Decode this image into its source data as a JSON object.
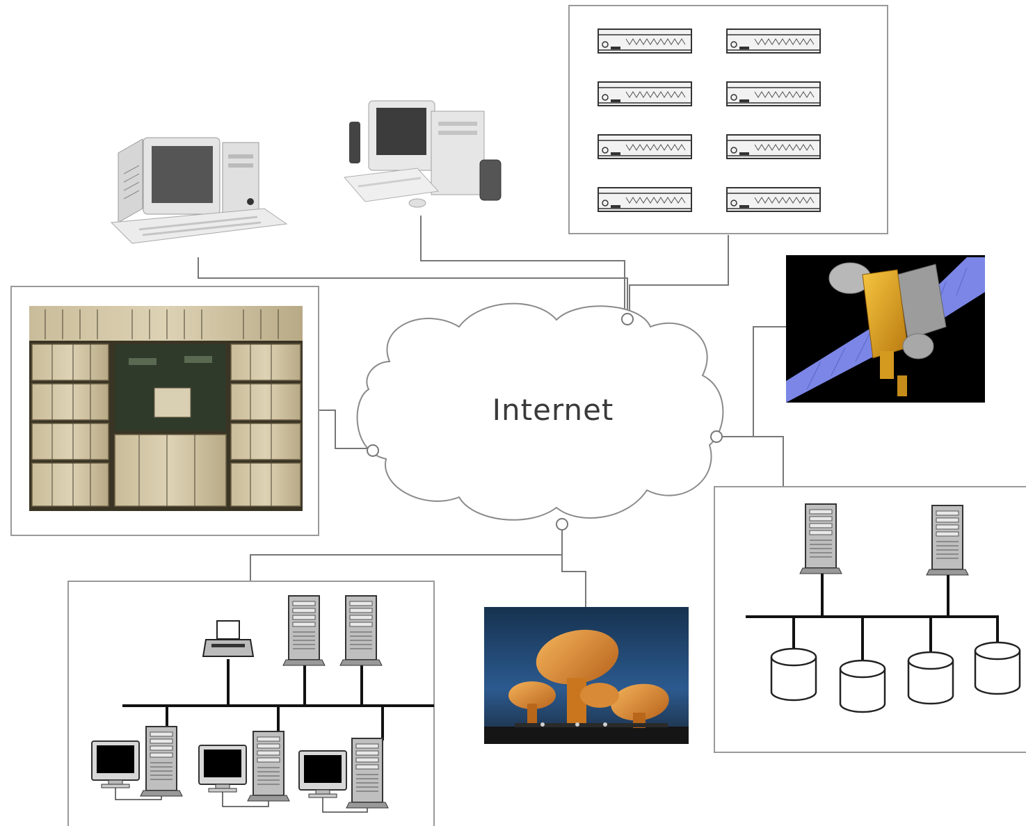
{
  "diagram": {
    "center_label": "Internet",
    "nodes": [
      {
        "name": "desktop-pc-1",
        "kind": "photo"
      },
      {
        "name": "desktop-pc-2",
        "kind": "photo"
      },
      {
        "name": "rack-server-array",
        "kind": "diagram",
        "units": 8
      },
      {
        "name": "satellite",
        "kind": "photo"
      },
      {
        "name": "supercomputer-room",
        "kind": "photo"
      },
      {
        "name": "storage-cluster",
        "kind": "diagram",
        "servers": 2,
        "disks": 4
      },
      {
        "name": "radio-telescopes",
        "kind": "photo"
      },
      {
        "name": "local-area-network",
        "kind": "diagram",
        "servers": 2,
        "printer": 1,
        "workstations": 3
      }
    ]
  }
}
